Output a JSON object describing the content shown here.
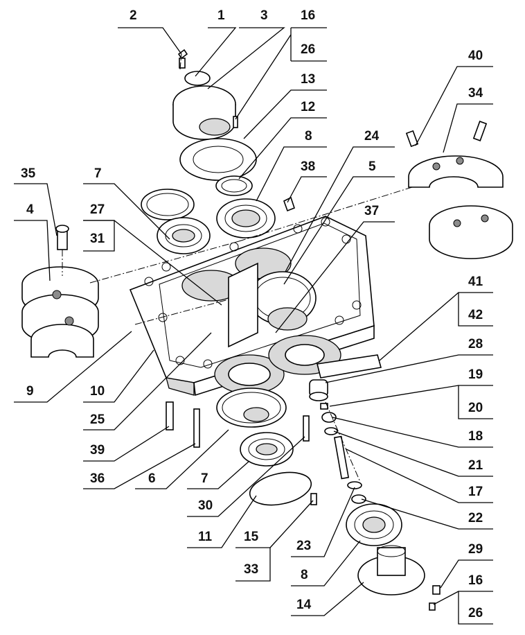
{
  "callouts": [
    {
      "id": "c2",
      "text": "2"
    },
    {
      "id": "c1",
      "text": "1"
    },
    {
      "id": "c3",
      "text": "3"
    },
    {
      "id": "c16a",
      "text": "16"
    },
    {
      "id": "c26a",
      "text": "26"
    },
    {
      "id": "c13",
      "text": "13"
    },
    {
      "id": "c12",
      "text": "12"
    },
    {
      "id": "c8a",
      "text": "8"
    },
    {
      "id": "c24",
      "text": "24"
    },
    {
      "id": "c38",
      "text": "38"
    },
    {
      "id": "c5",
      "text": "5"
    },
    {
      "id": "c37",
      "text": "37"
    },
    {
      "id": "c40",
      "text": "40"
    },
    {
      "id": "c34",
      "text": "34"
    },
    {
      "id": "c35",
      "text": "35"
    },
    {
      "id": "c7a",
      "text": "7"
    },
    {
      "id": "c27",
      "text": "27"
    },
    {
      "id": "c4",
      "text": "4"
    },
    {
      "id": "c31",
      "text": "31"
    },
    {
      "id": "c9",
      "text": "9"
    },
    {
      "id": "c10",
      "text": "10"
    },
    {
      "id": "c25",
      "text": "25"
    },
    {
      "id": "c39",
      "text": "39"
    },
    {
      "id": "c36",
      "text": "36"
    },
    {
      "id": "c6",
      "text": "6"
    },
    {
      "id": "c7b",
      "text": "7"
    },
    {
      "id": "c30",
      "text": "30"
    },
    {
      "id": "c11",
      "text": "11"
    },
    {
      "id": "c15",
      "text": "15"
    },
    {
      "id": "c33",
      "text": "33"
    },
    {
      "id": "c41",
      "text": "41"
    },
    {
      "id": "c42",
      "text": "42"
    },
    {
      "id": "c28",
      "text": "28"
    },
    {
      "id": "c19",
      "text": "19"
    },
    {
      "id": "c20",
      "text": "20"
    },
    {
      "id": "c18",
      "text": "18"
    },
    {
      "id": "c21",
      "text": "21"
    },
    {
      "id": "c17",
      "text": "17"
    },
    {
      "id": "c22",
      "text": "22"
    },
    {
      "id": "c23",
      "text": "23"
    },
    {
      "id": "c8b",
      "text": "8"
    },
    {
      "id": "c29",
      "text": "29"
    },
    {
      "id": "c16b",
      "text": "16"
    },
    {
      "id": "c14",
      "text": "14"
    },
    {
      "id": "c26b",
      "text": "26"
    }
  ]
}
